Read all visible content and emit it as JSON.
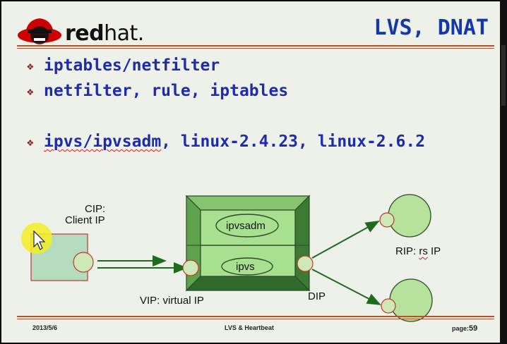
{
  "slide": {
    "logo_text_bold": "red",
    "logo_text_light": "hat.",
    "title": "LVS, DNAT",
    "bullets": [
      "iptables/netfilter",
      "netfilter, rule, iptables",
      "ipvs/ipvsadm, linux-2.4.23, linux-2.6.2"
    ],
    "bullet_parts": {
      "b3_underlined_a": "ipvs/ipvsadm",
      "b3_rest": ", linux-2.4.23, linux-2.6.2"
    },
    "diagram": {
      "cip_label_line1": "CIP:",
      "cip_label_line2": "Client IP",
      "vip_label": "VIP: virtual IP",
      "dip_label": "DIP",
      "rip_label_prefix": "RIP: ",
      "rip_label_underlined": "rs",
      "rip_label_suffix": " IP",
      "box_top_label": "ipvsadm",
      "box_bottom_label": "ipvs"
    },
    "footer": {
      "date": "2013/5/6",
      "center": "LVS & Heartbeat",
      "page_prefix": "page:",
      "page_number": "59"
    },
    "colors": {
      "title_blue": "#1438a8",
      "bullet_blue": "#1c2caa",
      "green_arrow": "#1e6a1e",
      "box_green": "#3f8a3f",
      "circle_fill": "#cfe8b8",
      "rule": "#b8502c"
    }
  }
}
